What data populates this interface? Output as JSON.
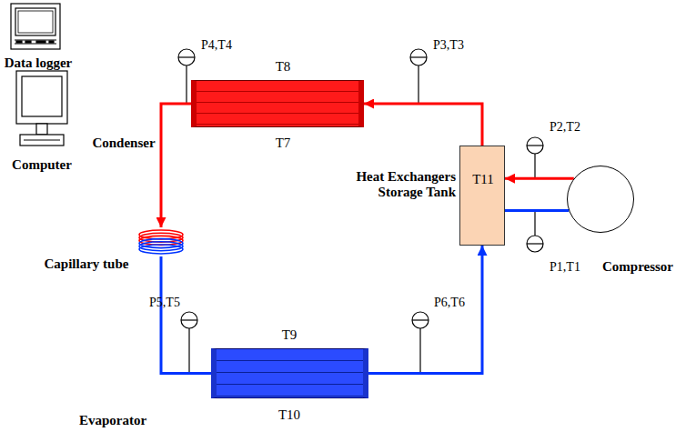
{
  "diagram": {
    "nodes": [
      {
        "text": [
          "Condenser",
          "T8",
          "T7"
        ]
      },
      {
        "text": [
          "Heat Exchangers Storage Tank",
          "T11"
        ]
      },
      {
        "text": [
          "Compressor"
        ]
      },
      {
        "text": [
          "Evaporator",
          "T9",
          "T10"
        ]
      },
      {
        "text": [
          "Capillary tube"
        ]
      }
    ],
    "edges": [
      {
        "from": 2,
        "to": 1,
        "arrow": "to"
      },
      {
        "from": 1,
        "to": 2,
        "arrow": "none"
      },
      {
        "from": 1,
        "to": 0,
        "arrow": "to"
      },
      {
        "from": 0,
        "to": 4,
        "arrow": "to"
      },
      {
        "from": 4,
        "to": 3,
        "arrow": "none"
      },
      {
        "from": 3,
        "to": 1,
        "arrow": "to"
      }
    ],
    "labels": [
      "Data logger",
      "Computer",
      "P4,T4",
      "P3,T3",
      "P2,T2",
      "P1,T1",
      "P5,T5",
      "P6,T6"
    ]
  }
}
